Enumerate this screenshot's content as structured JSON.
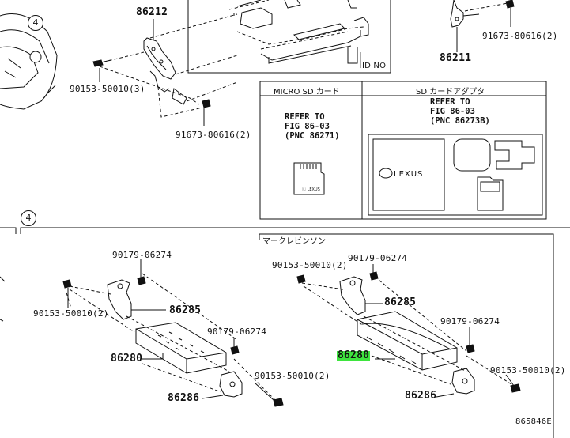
{
  "callouts": {
    "c1": "4",
    "c2": "4"
  },
  "labels": {
    "p86212": "86212",
    "p86211": "86211",
    "p91673a": "91673-80616(2)",
    "p90153a": "90153-50010(3)",
    "p91673b": "91673-80616(2)",
    "id_no": "ID NO",
    "l90179a": "90179-06274",
    "l90153b": "90153-50010(2)",
    "l86285a": "86285",
    "l90179b": "90179-06274",
    "l86280a": "86280",
    "l86286a": "86286",
    "l90153c": "90153-50010(2)",
    "r90153a": "90153-50010(2)",
    "r90179a": "90179-06274",
    "r86285": "86285",
    "r90179b": "90179-06274",
    "r86280": "86280",
    "r90153b": "90153-50010(2)",
    "r86286": "86286",
    "fig_id": "865846E"
  },
  "table": {
    "col1_header": "MICRO SD カード",
    "col2_header": "SD カードアダプタ",
    "ref1": "REFER TO\nFIG 86-03\n(PNC 86271)",
    "ref2": "REFER TO\nFIG 86-03\n(PNC 86273B)",
    "logo": "LEXUS"
  },
  "section": {
    "title": "マークレビンソン"
  },
  "colors": {
    "highlight": "#3ee43e",
    "ink": "#111111"
  }
}
